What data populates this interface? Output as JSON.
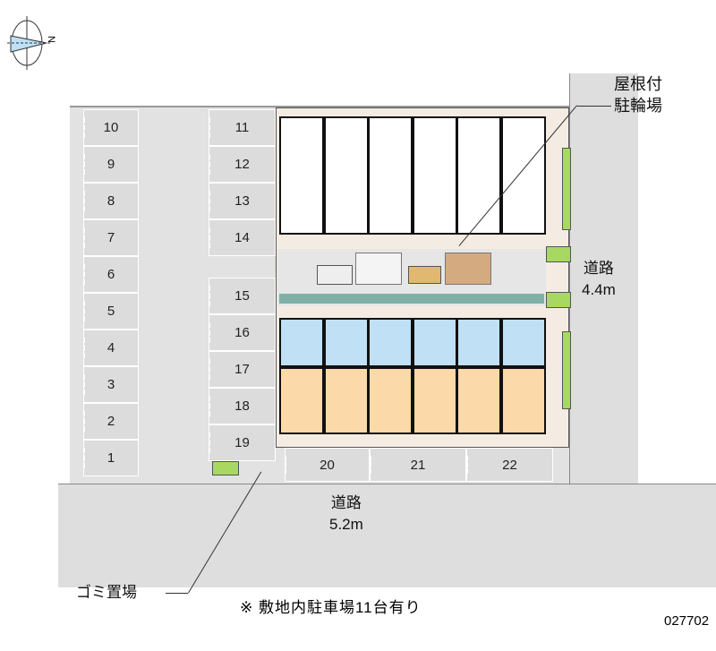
{
  "compass": {
    "north_label": "N"
  },
  "parking": {
    "left": [
      "10",
      "9",
      "8",
      "7",
      "6",
      "5",
      "4",
      "3",
      "2",
      "1"
    ],
    "middle_top": [
      "11",
      "12",
      "13",
      "14"
    ],
    "middle_bottom": [
      "15",
      "16",
      "17",
      "18",
      "19"
    ],
    "bottom": [
      "20",
      "21",
      "22"
    ]
  },
  "roads": {
    "east": {
      "name": "道路",
      "width": "4.4m"
    },
    "south": {
      "name": "道路",
      "width": "5.2m"
    }
  },
  "callouts": {
    "bike": [
      "屋根付",
      "駐輪場"
    ],
    "garbage": "ゴミ置場"
  },
  "note": "※ 敷地内駐車場11台有り",
  "code": "027702",
  "colors": {
    "upper_unit": "#bfe0f5",
    "lower_unit": "#fcd9a8",
    "green": "#a8d860",
    "teal": "#7fb0a8"
  }
}
